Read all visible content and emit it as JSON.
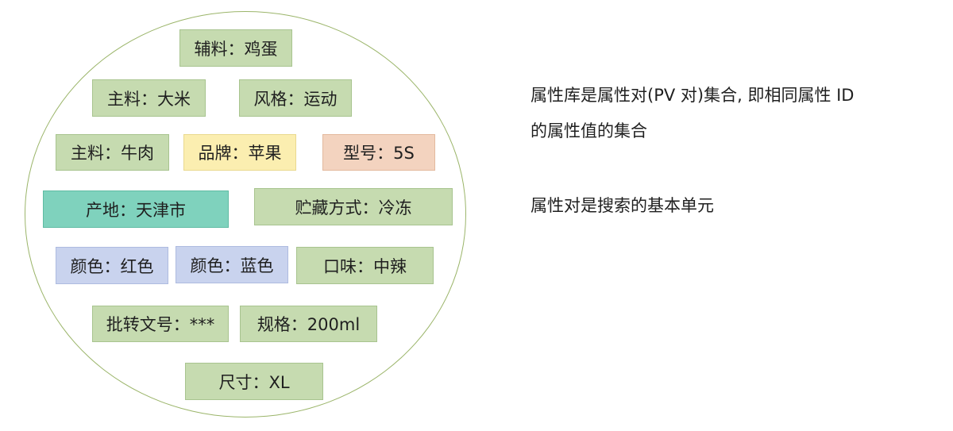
{
  "tags": [
    {
      "text": "辅料：鸡蛋"
    },
    {
      "text": "主料：大米"
    },
    {
      "text": "风格：运动"
    },
    {
      "text": "主料：牛肉"
    },
    {
      "text": "品牌：苹果"
    },
    {
      "text": "型号：5S"
    },
    {
      "text": "产地：天津市"
    },
    {
      "text": "贮藏方式：冷冻"
    },
    {
      "text": "颜色：红色"
    },
    {
      "text": "颜色：蓝色"
    },
    {
      "text": "口味：中辣"
    },
    {
      "text": "批转文号：***"
    },
    {
      "text": "规格：200ml"
    },
    {
      "text": "尺寸：XL"
    }
  ],
  "description": {
    "line1": "属性库是属性对(PV 对)集合, 即相同属性 ID",
    "line2": "的属性值的集合",
    "line3": "属性对是搜索的基本单元"
  },
  "colors": {
    "green": "#c6dbb0",
    "yellow": "#fbeeb0",
    "peach": "#f3d3bf",
    "teal": "#7fd2bd",
    "blue": "#c9d3ee",
    "circle_border": "#9bb56a"
  }
}
